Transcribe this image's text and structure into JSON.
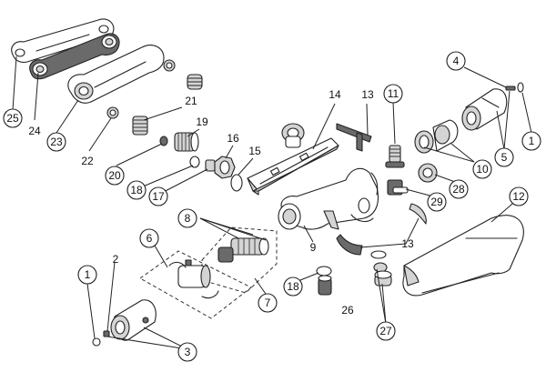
{
  "callouts": {
    "c1a": "1",
    "c1b": "1",
    "c2": "2",
    "c3": "3",
    "c4": "4",
    "c5": "5",
    "c6": "6",
    "c7": "7",
    "c8": "8",
    "c9": "9",
    "c10": "10",
    "c11": "11",
    "c12": "12",
    "c13a": "13",
    "c13b": "13",
    "c14": "14",
    "c15": "15",
    "c16": "16",
    "c17": "17",
    "c18a": "18",
    "c18b": "18",
    "c19": "19",
    "c20": "20",
    "c21": "21",
    "c22": "22",
    "c23": "23",
    "c24": "24",
    "c25": "25",
    "c26": "26",
    "c27": "27",
    "c28": "28",
    "c29": "29"
  }
}
